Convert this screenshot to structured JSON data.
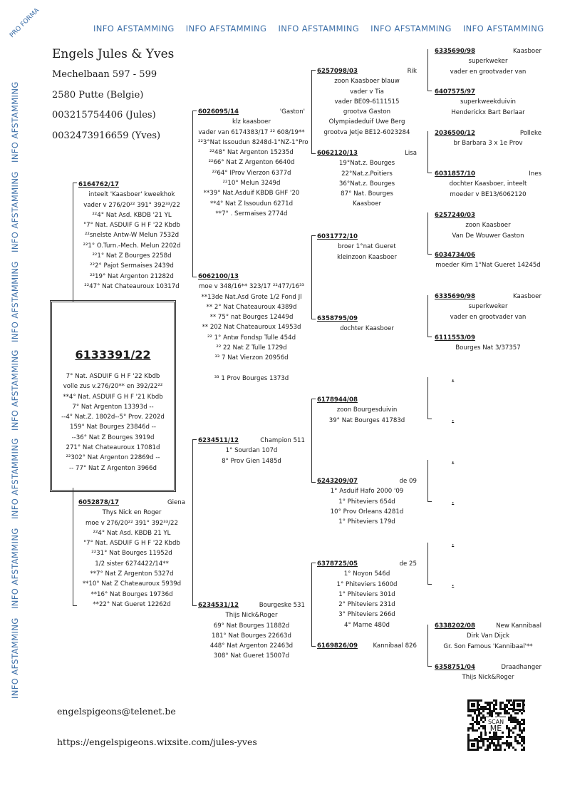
{
  "banner": {
    "items": [
      "INFO AFSTAMMING",
      "INFO AFSTAMMING",
      "INFO AFSTAMMING",
      "INFO AFSTAMMING",
      "INFO AFSTAMMING"
    ],
    "proforma": "PRO FORMA",
    "side": [
      "INFO AFSTAMMING",
      "INFO AFSTAMMING",
      "INFO AFSTAMMING",
      "INFO AFSTAMMING",
      "INFO AFSTAMMING",
      "INFO AFSTAMMING",
      "INFO AFSTAMMING"
    ]
  },
  "owner": {
    "name": "Engels Jules & Yves",
    "address1": "Mechelbaan 597 - 599",
    "address2": "2580 Putte  (Belgie)",
    "phone1": "003215754406 (Jules)",
    "phone2": "0032473916659 (Yves)"
  },
  "main": {
    "ring": "6133391/22",
    "lines": [
      "7° Nat. ASDUIF G H F '22 Kbdb",
      "volle zus v.276/20** en 392/22²²",
      "**4° Nat. ASDUIF G H F '21 Kbdb",
      "7° Nat Argenton 13393d --",
      "--4° Nat.Z. 1802d--5° Prov. 2202d",
      "159° Nat Bourges 23846d --",
      "--36° Nat Z Bourges 3919d",
      "271° Nat Chateauroux 17081d",
      "²²302° Nat Argenton 22869d --",
      "-- 77° Nat Z Argenton 3966d"
    ]
  },
  "father": {
    "ring": "6164762/17",
    "name": "",
    "lines": [
      "inteelt 'Kaasboer'    kweekhok",
      "vader v 276/20²² 391° 392³³/22",
      "²²4° Nat Asd. KBDB '21 YL",
      "\"7° Nat. ASDUIF G H F '22 Kbdb",
      "²²snelste Antw-W Melun 7532d",
      "²²1° O.Turn.-Mech. Melun 2202d",
      "²²1° Nat Z Bourges 2258d",
      "²²2° Pajot Sermaises 2439d",
      "²²19° Nat Argenton 21282d",
      "²²47° Nat Chateauroux 10317d"
    ]
  },
  "mother": {
    "ring": "6052878/17",
    "name": "Giena",
    "lines": [
      "Thys Nick en Roger",
      "moe v 276/20²² 391° 392³³/22",
      "²²4° Nat Asd. KBDB 21 YL",
      "\"7° Nat. ASDUIF G H F '22 Kbdb",
      "²²31° Nat Bourges 11952d",
      "1/2 sister 6274422/14**",
      "**7° Nat Z Argenton 5327d",
      "**10° Nat Z Chateauroux 5939d",
      "**16° Nat Bourges 19736d",
      "**22° Nat Gueret 12262d"
    ]
  },
  "gen2": [
    {
      "ring": "6026095/14",
      "name": "'Gaston'",
      "lines": [
        "klz kaasboer",
        "vader van 6174383/17 ²² 608/19**",
        "²²3°Nat Issoudun 8248d-1°NZ-1°Pro",
        "²²48° Nat Argenton 15235d",
        "²²66° Nat Z Argenton 6640d",
        "²²64° IProv Vierzon 6377d",
        "²²10° Melun 3249d",
        "**39° Nat.Asduif KBDB GHF '20",
        "**4° Nat Z Issoudun 6271d",
        "**7° . Sermaises 2774d"
      ]
    },
    {
      "ring": "6062100/13",
      "name": "",
      "lines": [
        "moe v 348/16** 323/17 ²²477/16³³",
        "**13de Nat.Asd Grote 1/2 Fond Jl",
        "** 2° Nat Chateauroux 4389d",
        "** 75° nat Bourges 12449d",
        "** 202 Nat Chateauroux 14953d",
        "²² 1° Antw Fondsp Tulle 454d",
        "²² 22 Nat Z Tulle 1729d",
        "³³ 7 Nat Vierzon 20956d",
        "",
        "³³ 1 Prov Bourges 1373d"
      ]
    },
    {
      "ring": "6234511/12",
      "name": "Champion 511",
      "lines": [
        "1° Sourdan 107d",
        "8° Prov Gien 1485d"
      ]
    },
    {
      "ring": "6234531/12",
      "name": "Bourgeske 531",
      "lines": [
        "Thijs Nick&Roger",
        "69° Nat Bourges 11882d",
        "181° Nat Bourges 22663d",
        "448° Nat Argenton 22463d",
        "308° Nat Gueret 15007d"
      ]
    }
  ],
  "gen3": [
    {
      "ring": "6257098/03",
      "name": "Rik",
      "lines": [
        "zoon Kaasboer blauw",
        "vader v Tia",
        "vader BE09-6111515",
        "grootva Gaston",
        "Olympiadeduif Uwe Berg",
        "grootva Jetje BE12-6023284"
      ]
    },
    {
      "ring": "6062120/13",
      "name": "Lisa",
      "lines": [
        "19°Nat.z. Bourges",
        "22°Nat.z.Poitiers",
        "36°Nat.z. Bourges",
        "87° Nat. Bourges",
        "Kaasboer"
      ]
    },
    {
      "ring": "6031772/10",
      "name": "",
      "lines": [
        "broer 1°nat Gueret",
        "kleinzoon Kaasboer"
      ]
    },
    {
      "ring": "6358795/09",
      "name": "",
      "lines": [
        "dochter Kaasboer"
      ]
    },
    {
      "ring": "6178944/08",
      "name": "",
      "lines": [
        "zoon Bourgesduivin",
        "39° Nat Bourges 41783d"
      ]
    },
    {
      "ring": "6243209/07",
      "name": "de 09",
      "lines": [
        "1° Asduif Hafo 2000 '09",
        "1° Phiteviers 654d",
        "10° Prov Orleans 4281d",
        "1° Phiteviers 179d"
      ]
    },
    {
      "ring": "6378725/05",
      "name": "de 25",
      "lines": [
        "1° Noyon 546d",
        "1° Phiteviers 1600d",
        "1° Phiteviers 301d",
        "2° Phiteviers 231d",
        "3° Phiteviers 266d",
        "4° Marne 480d"
      ]
    },
    {
      "ring": "6169826/09",
      "name": "Kannibaal 826",
      "lines": []
    }
  ],
  "gen4": [
    {
      "ring": "6335690/98",
      "name": "Kaasboer",
      "lines": [
        "superkweker",
        "vader en grootvader van"
      ]
    },
    {
      "ring": "6407575/97",
      "name": "",
      "lines": [
        "superkweekduivin",
        "Henderickx Bart Berlaar"
      ]
    },
    {
      "ring": "2036500/12",
      "name": "Polleke",
      "lines": [
        "br Barbara 3 x 1e Prov"
      ]
    },
    {
      "ring": "6031857/10",
      "name": "Ines",
      "lines": [
        "dochter Kaasboer, inteelt",
        "moeder v BE13/6062120"
      ]
    },
    {
      "ring": "6257240/03",
      "name": "",
      "lines": [
        "zoon Kaasboer",
        "Van De Wouwer Gaston"
      ]
    },
    {
      "ring": "6034734/06",
      "name": "",
      "lines": [
        "moeder Kim 1°Nat Gueret 14245d"
      ]
    },
    {
      "ring": "6335690/98",
      "name": "Kaasboer",
      "lines": [
        "superkweker",
        "vader en grootvader van"
      ]
    },
    {
      "ring": "6111553/09",
      "name": "",
      "lines": [
        "Bourges Nat 3/37357"
      ]
    },
    {
      "ring": ".",
      "name": "",
      "lines": []
    },
    {
      "ring": ".",
      "name": "",
      "lines": []
    },
    {
      "ring": ".",
      "name": "",
      "lines": []
    },
    {
      "ring": ".",
      "name": "",
      "lines": []
    },
    {
      "ring": ".",
      "name": "",
      "lines": []
    },
    {
      "ring": ".",
      "name": "",
      "lines": []
    },
    {
      "ring": "6338202/08",
      "name": "New Kannibaal",
      "lines": [
        "Dirk Van Dijck",
        "Gr. Son Famous 'Kannibaal'**"
      ]
    },
    {
      "ring": "6358751/04",
      "name": "Draadhanger",
      "lines": [
        "Thijs Nick&Roger"
      ]
    }
  ],
  "footer": {
    "email": "engelspigeons@telenet.be",
    "url": "https://engelspigeons.wixsite.com/jules-yves",
    "qr_label_1": "SCAN",
    "qr_label_2": "ME"
  }
}
